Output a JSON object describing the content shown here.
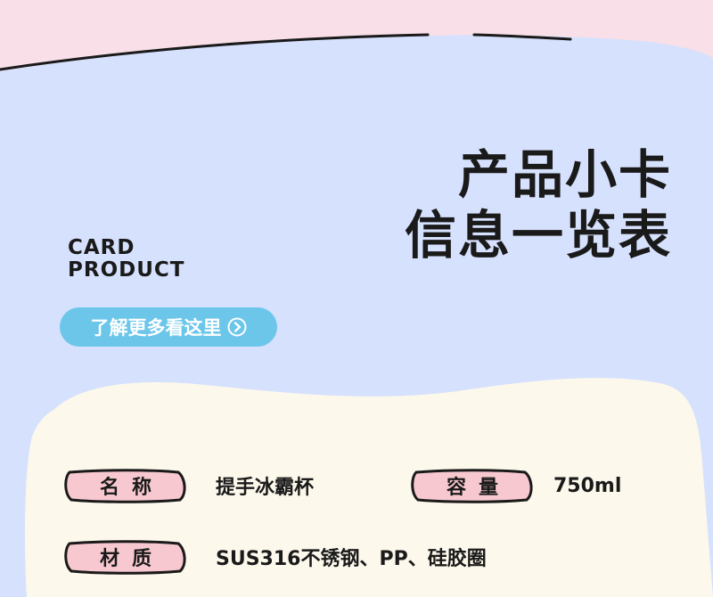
{
  "colors": {
    "top_pink": "#f8dfe8",
    "panel_blue": "#d6e1fd",
    "cream": "#fdf8ec",
    "button_blue": "#6cc6ea",
    "tag_pink": "#f8c8d0",
    "ink": "#1a1a1a"
  },
  "title": {
    "line1": "产品小卡",
    "line2": "信息一览表"
  },
  "subtitle": {
    "line1": "CARD",
    "line2": "PRODUCT"
  },
  "more_button": {
    "label": "了解更多看这里",
    "icon": "chevron-right-circle-icon"
  },
  "info": {
    "name": {
      "label": "名称",
      "value": "提手冰霸杯"
    },
    "capacity": {
      "label": "容量",
      "value": "750ml"
    },
    "material": {
      "label": "材质",
      "value": "SUS316不锈钢、PP、硅胶圈"
    }
  }
}
